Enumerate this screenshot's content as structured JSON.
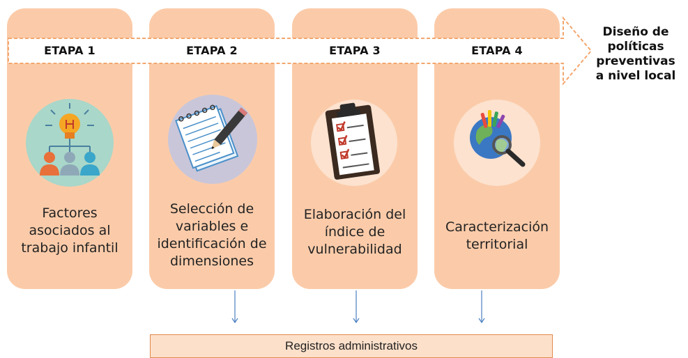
{
  "stages": [
    {
      "label": "ETAPA 1",
      "text_lines": [
        "Factores",
        "asociados al",
        "trabajo infantil"
      ],
      "icon": "people-lightbulb-icon"
    },
    {
      "label": "ETAPA 2",
      "text_lines": [
        "Selección de",
        "variables e",
        "identificación de",
        "dimensiones"
      ],
      "icon": "notepad-pencil-icon"
    },
    {
      "label": "ETAPA 3",
      "text_lines": [
        "Elaboración del",
        "índice de",
        "vulnerabilidad"
      ],
      "icon": "clipboard-checklist-icon"
    },
    {
      "label": "ETAPA 4",
      "text_lines": [
        "Caracterización",
        "territorial"
      ],
      "icon": "globe-magnifier-icon"
    }
  ],
  "goal_lines": [
    "Diseño de",
    "políticas",
    "preventivas",
    "a nivel local"
  ],
  "registry_label": "Registros administrativos",
  "colors": {
    "card": "#fbcba9",
    "banner_border": "#f3a66d",
    "arrow_line": "#4a7fc1",
    "registry_fill": "#fde0ca",
    "registry_border": "#e08a4d"
  }
}
